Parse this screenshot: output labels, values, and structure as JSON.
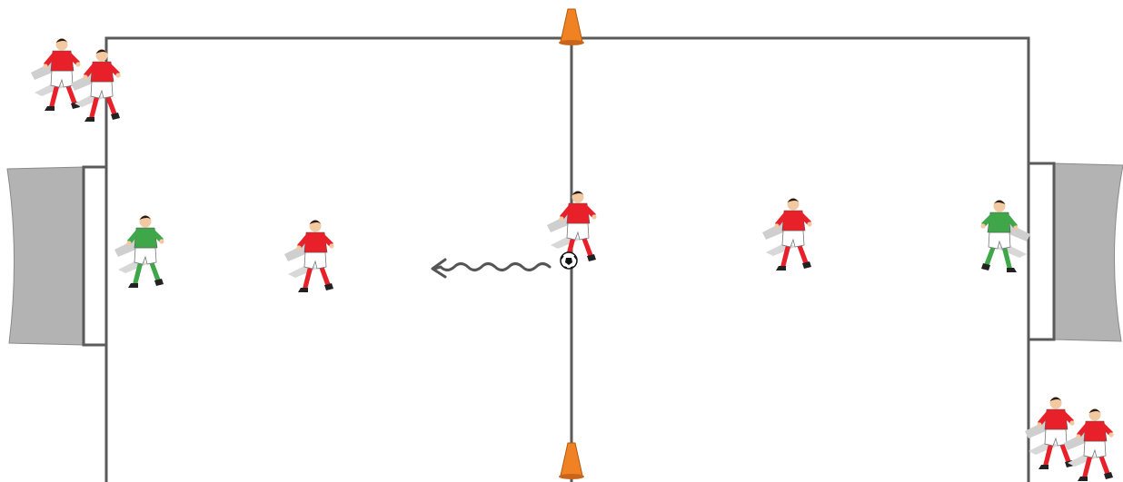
{
  "diagram": {
    "type": "soccer-drill",
    "colors": {
      "background": "#ffffff",
      "field_line": "#5a5a5a",
      "goal_net": "#b3b3b3",
      "cone": "#f08223",
      "team_red": "#e8202a",
      "team_green": "#3fa64a",
      "shorts": "#ffffff",
      "shadow": "#cfcfcf",
      "dribble_arrow": "#555555"
    },
    "elements": {
      "cones": 2,
      "goals": 2,
      "ball": 1,
      "dribble_arrow": "wavy-left",
      "players": [
        {
          "team": "red",
          "role": "waiting"
        },
        {
          "team": "red",
          "role": "waiting"
        },
        {
          "team": "green",
          "role": "goalkeeper"
        },
        {
          "team": "red",
          "role": "defender"
        },
        {
          "team": "red",
          "role": "ball-carrier"
        },
        {
          "team": "red",
          "role": "defender"
        },
        {
          "team": "green",
          "role": "goalkeeper"
        },
        {
          "team": "red",
          "role": "waiting"
        },
        {
          "team": "red",
          "role": "waiting"
        }
      ]
    }
  }
}
